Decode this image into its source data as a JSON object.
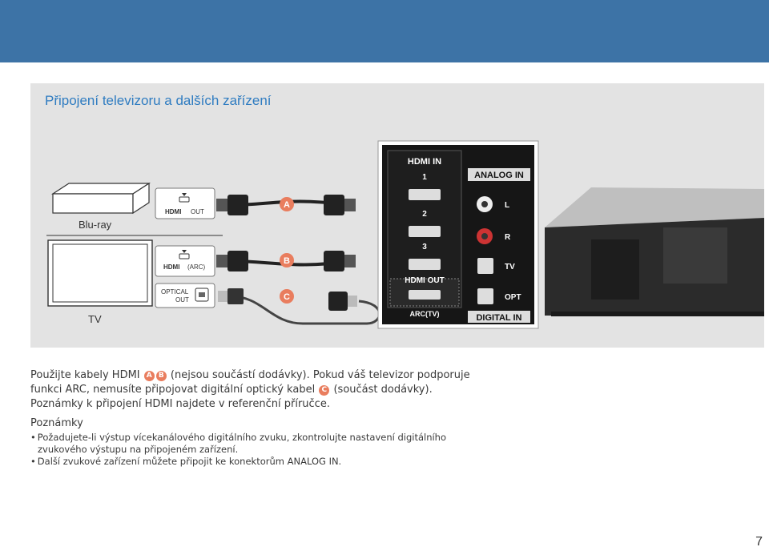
{
  "page_title": "Připojení televizoru a dalších zařízení",
  "page_number": "7",
  "colors": {
    "header": "#3d73a6",
    "title": "#2f7cc1",
    "badge": "#e97d5e",
    "panel_bg": "#e3e3e3"
  },
  "diagram": {
    "devices": {
      "bluray": "Blu-ray",
      "tv": "TV"
    },
    "ports": {
      "hdmi_word": "HDMI",
      "out": "OUT",
      "arc": "(ARC)",
      "optical": "OPTICAL",
      "optical_out": "OUT"
    },
    "cables": {
      "a": "A",
      "b": "B",
      "c": "C"
    },
    "rear_panel": {
      "hdmi_in": "HDMI IN",
      "in_numbers": [
        "1",
        "2",
        "3"
      ],
      "hdmi_out": "HDMI OUT",
      "arc_tv": "ARC(TV)",
      "analog_in": "ANALOG IN",
      "l": "L",
      "r": "R",
      "tv": "TV",
      "opt": "OPT",
      "digital_in": "DIGITAL IN"
    }
  },
  "body": {
    "p1_a": "Použijte kabely HDMI",
    "badge_a": "A",
    "badge_b": "B",
    "p1_b": "(nejsou součástí dodávky). Pokud váš televizor podporuje funkci ARC, nemusíte připojovat digitální optický kabel",
    "badge_c": "C",
    "p1_c": "(součást dodávky). Poznámky k připojení HDMI najdete v referenční příručce.",
    "notes_heading": "Poznámky",
    "notes": [
      "Požadujete-li výstup vícekanálového digitálního zvuku, zkontrolujte nastavení digitálního zvukového výstupu na připojeném zařízení.",
      "Další zvukové zařízení můžete připojit ke konektorům ANALOG IN."
    ]
  }
}
